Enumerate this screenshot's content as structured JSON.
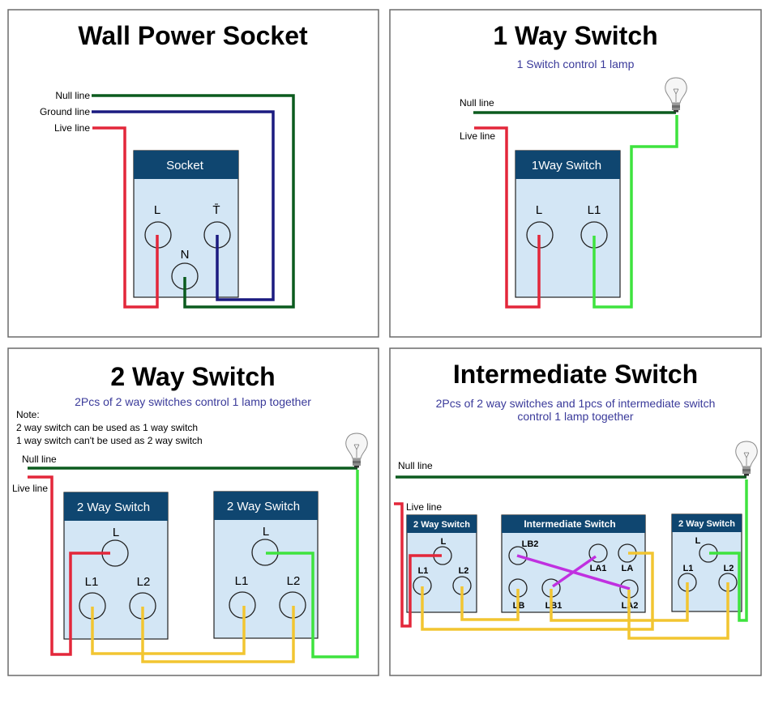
{
  "colors": {
    "null_line": "#0b5b1e",
    "ground_line": "#1b1b80",
    "live_line": "#e3273a",
    "lamp_line": "#3ee33e",
    "traveler_line": "#f2c531",
    "crossover_line": "#c030e0",
    "box_header": "#0f4670",
    "box_body": "#d3e6f5",
    "subtitle": "#3a3a9a"
  },
  "panels": {
    "wall_socket": {
      "title": "Wall Power Socket",
      "wire_labels": {
        "null": "Null line",
        "ground": "Ground line",
        "live": "Live line"
      },
      "box_title": "Socket",
      "terminals": {
        "live": "L",
        "earth": "T̄",
        "neutral": "N"
      }
    },
    "one_way": {
      "title": "1 Way Switch",
      "subtitle": "1 Switch control 1 lamp",
      "wire_labels": {
        "null": "Null line",
        "live": "Live line"
      },
      "box_title": "1Way Switch",
      "terminals": {
        "common": "L",
        "out1": "L1"
      },
      "lamp_icon": "light-bulb-icon"
    },
    "two_way": {
      "title": "2 Way Switch",
      "subtitle": "2Pcs of 2 way switches control 1 lamp together",
      "note_heading": "Note:",
      "note_lines": [
        "2 way switch can be used as 1 way switch",
        "1 way switch can't be used as 2 way switch"
      ],
      "wire_labels": {
        "null": "Null line",
        "live": "Live line"
      },
      "switches": [
        {
          "title": "2 Way Switch",
          "terminals": {
            "common": "L",
            "out1": "L1",
            "out2": "L2"
          }
        },
        {
          "title": "2 Way Switch",
          "terminals": {
            "common": "L",
            "out1": "L1",
            "out2": "L2"
          }
        }
      ],
      "lamp_icon": "light-bulb-icon"
    },
    "intermediate": {
      "title": "Intermediate Switch",
      "subtitle_lines": [
        "2Pcs of 2 way switches and 1pcs of intermediate switch",
        "control 1 lamp together"
      ],
      "wire_labels": {
        "null": "Null line",
        "live": "Live line"
      },
      "left_switch": {
        "title": "2 Way Switch",
        "terminals": {
          "common": "L",
          "out1": "L1",
          "out2": "L2"
        }
      },
      "middle_switch": {
        "title": "Intermediate Switch",
        "terminals": {
          "lb2": "LB2",
          "la1": "LA1",
          "la": "LA",
          "lb": "LB",
          "lb1": "LB1",
          "la2": "LA2"
        }
      },
      "right_switch": {
        "title": "2 Way Switch",
        "terminals": {
          "common": "L",
          "out1": "L1",
          "out2": "L2"
        }
      },
      "lamp_icon": "light-bulb-icon"
    }
  }
}
